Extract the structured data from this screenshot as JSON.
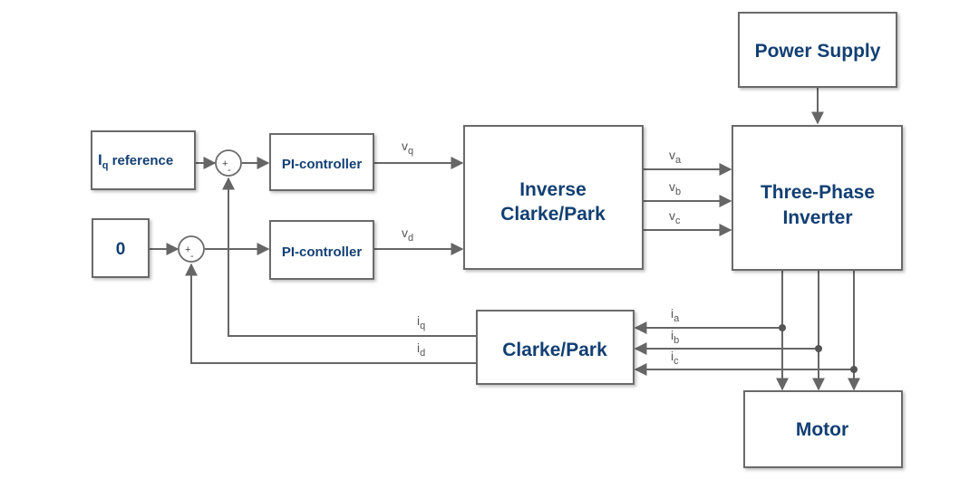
{
  "blocks": {
    "power_supply": "Power Supply",
    "iq_reference_main": "I",
    "iq_reference_sub": "q",
    "iq_reference_rest": " reference",
    "zero_reference": "0",
    "pi_controller_q": "PI-controller",
    "pi_controller_d": "PI-controller",
    "inverse_clarke_park_line1": "Inverse",
    "inverse_clarke_park_line2": "Clarke/Park",
    "three_phase_inverter_line1": "Three-Phase",
    "three_phase_inverter_line2": "Inverter",
    "clarke_park": "Clarke/Park",
    "motor": "Motor"
  },
  "summing_junctions": {
    "q": {
      "plus": "+",
      "minus": "-"
    },
    "d": {
      "plus": "+",
      "minus": "-"
    }
  },
  "signals": {
    "vq": {
      "base": "v",
      "sub": "q"
    },
    "vd": {
      "base": "v",
      "sub": "d"
    },
    "va": {
      "base": "v",
      "sub": "a"
    },
    "vb": {
      "base": "v",
      "sub": "b"
    },
    "vc": {
      "base": "v",
      "sub": "c"
    },
    "ia": {
      "base": "i",
      "sub": "a"
    },
    "ib": {
      "base": "i",
      "sub": "b"
    },
    "ic": {
      "base": "i",
      "sub": "c"
    },
    "iq": {
      "base": "i",
      "sub": "q"
    },
    "id": {
      "base": "i",
      "sub": "d"
    }
  },
  "colors": {
    "block_text": "#123f73",
    "lines": "#666666",
    "box_border": "#6b6b6b"
  }
}
